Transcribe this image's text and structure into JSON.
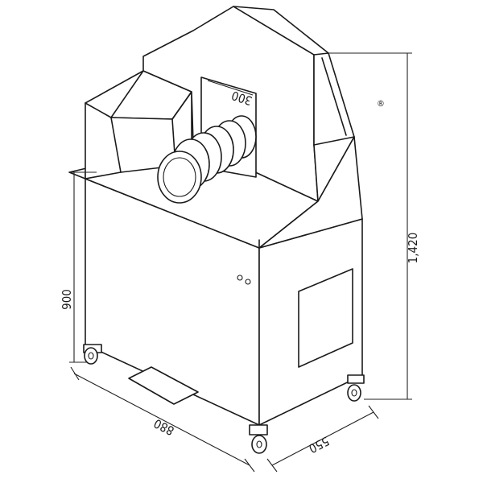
{
  "drawing": {
    "dimensions": {
      "top_opening": "300",
      "table_height": "900",
      "total_height": "1,420",
      "width": "880",
      "depth": "550"
    },
    "mark_symbol": "®",
    "icons": [
      "machine-body",
      "brush-roller",
      "caster-wheel",
      "foot-pedal",
      "access-panel"
    ]
  }
}
